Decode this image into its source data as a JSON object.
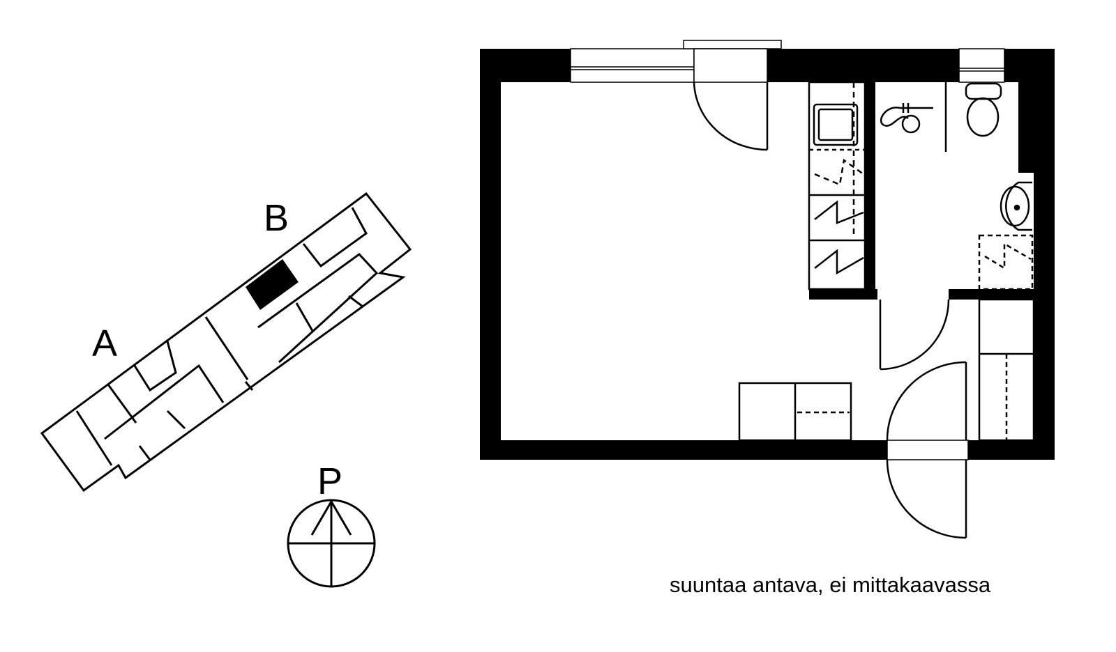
{
  "site_plan": {
    "building_label_a": "A",
    "building_label_b": "B"
  },
  "compass": {
    "north_label": "P"
  },
  "floor_plan": {
    "note": "suuntaa antava, ei mittakaavassa"
  },
  "colors": {
    "wall": "#000000",
    "background": "#ffffff"
  }
}
